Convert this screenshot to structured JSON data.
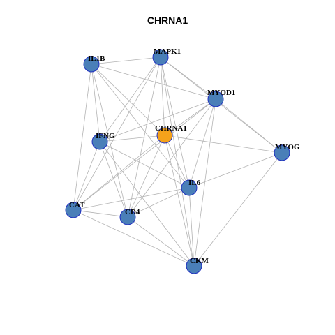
{
  "title": "CHRNA1",
  "colors": {
    "hub": "#f5a21b",
    "node": "#4a7fb8",
    "node_border": "#1f2fbf",
    "edge": "#b3b3b3"
  },
  "nodes": [
    {
      "id": "IL1B",
      "label": "IL1B",
      "hub": false
    },
    {
      "id": "MAPK1",
      "label": "MAPK1",
      "hub": false
    },
    {
      "id": "MYOD1",
      "label": "MYOD1",
      "hub": false
    },
    {
      "id": "CHRNA1",
      "label": "CHRNA1",
      "hub": true
    },
    {
      "id": "IFNG",
      "label": "IFNG",
      "hub": false
    },
    {
      "id": "MYOG",
      "label": "MYOG",
      "hub": false
    },
    {
      "id": "IL6",
      "label": "IL6",
      "hub": false
    },
    {
      "id": "CAT",
      "label": "CAT",
      "hub": false
    },
    {
      "id": "CD4",
      "label": "CD4",
      "hub": false
    },
    {
      "id": "CKM",
      "label": "CKM",
      "hub": false
    }
  ],
  "edges": [
    [
      "IL1B",
      "MAPK1"
    ],
    [
      "IL1B",
      "MYOD1"
    ],
    [
      "IL1B",
      "IFNG"
    ],
    [
      "IL1B",
      "IL6"
    ],
    [
      "IL1B",
      "CAT"
    ],
    [
      "IL1B",
      "CD4"
    ],
    [
      "IL1B",
      "CHRNA1"
    ],
    [
      "MAPK1",
      "MYOD1"
    ],
    [
      "MAPK1",
      "MYOG"
    ],
    [
      "MAPK1",
      "IFNG"
    ],
    [
      "MAPK1",
      "CHRNA1"
    ],
    [
      "MAPK1",
      "IL6"
    ],
    [
      "MAPK1",
      "CAT"
    ],
    [
      "MAPK1",
      "CD4"
    ],
    [
      "MAPK1",
      "CKM"
    ],
    [
      "MYOD1",
      "MYOG"
    ],
    [
      "MYOD1",
      "IFNG"
    ],
    [
      "MYOD1",
      "CHRNA1"
    ],
    [
      "MYOD1",
      "IL6"
    ],
    [
      "MYOD1",
      "CD4"
    ],
    [
      "MYOD1",
      "CKM"
    ],
    [
      "MYOD1",
      "CAT"
    ],
    [
      "CHRNA1",
      "IFNG"
    ],
    [
      "CHRNA1",
      "MYOG"
    ],
    [
      "CHRNA1",
      "IL6"
    ],
    [
      "CHRNA1",
      "CD4"
    ],
    [
      "CHRNA1",
      "CKM"
    ],
    [
      "CHRNA1",
      "CAT"
    ],
    [
      "IFNG",
      "IL6"
    ],
    [
      "IFNG",
      "CAT"
    ],
    [
      "IFNG",
      "CD4"
    ],
    [
      "IFNG",
      "CKM"
    ],
    [
      "MYOG",
      "IL6"
    ],
    [
      "MYOG",
      "CKM"
    ],
    [
      "IL6",
      "CAT"
    ],
    [
      "IL6",
      "CD4"
    ],
    [
      "IL6",
      "CKM"
    ],
    [
      "CAT",
      "CD4"
    ],
    [
      "CAT",
      "CKM"
    ],
    [
      "CD4",
      "CKM"
    ]
  ]
}
